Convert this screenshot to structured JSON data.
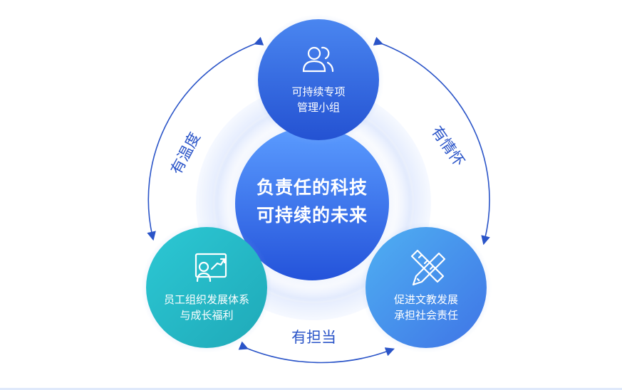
{
  "center": {
    "line1": "负责任的科技",
    "line2": "可持续的未来"
  },
  "nodes": {
    "top": {
      "line1": "可持续专项",
      "line2": "管理小组",
      "icon": "users-icon"
    },
    "left": {
      "line1": "员工组织发展体系",
      "line2": "与成长福利",
      "icon": "growth-chart-icon"
    },
    "right": {
      "line1": "促进文教发展",
      "line2": "承担社会责任",
      "icon": "ruler-pencil-icon"
    }
  },
  "arc_labels": {
    "left": "有温度",
    "right": "有情怀",
    "bottom": "有担当"
  },
  "colors": {
    "top_node": "#2f63e0",
    "left_node": "#24b8c4",
    "right_node": "#3f8ef0",
    "center": "#2a5fe6",
    "arc": "#2a54c8"
  }
}
